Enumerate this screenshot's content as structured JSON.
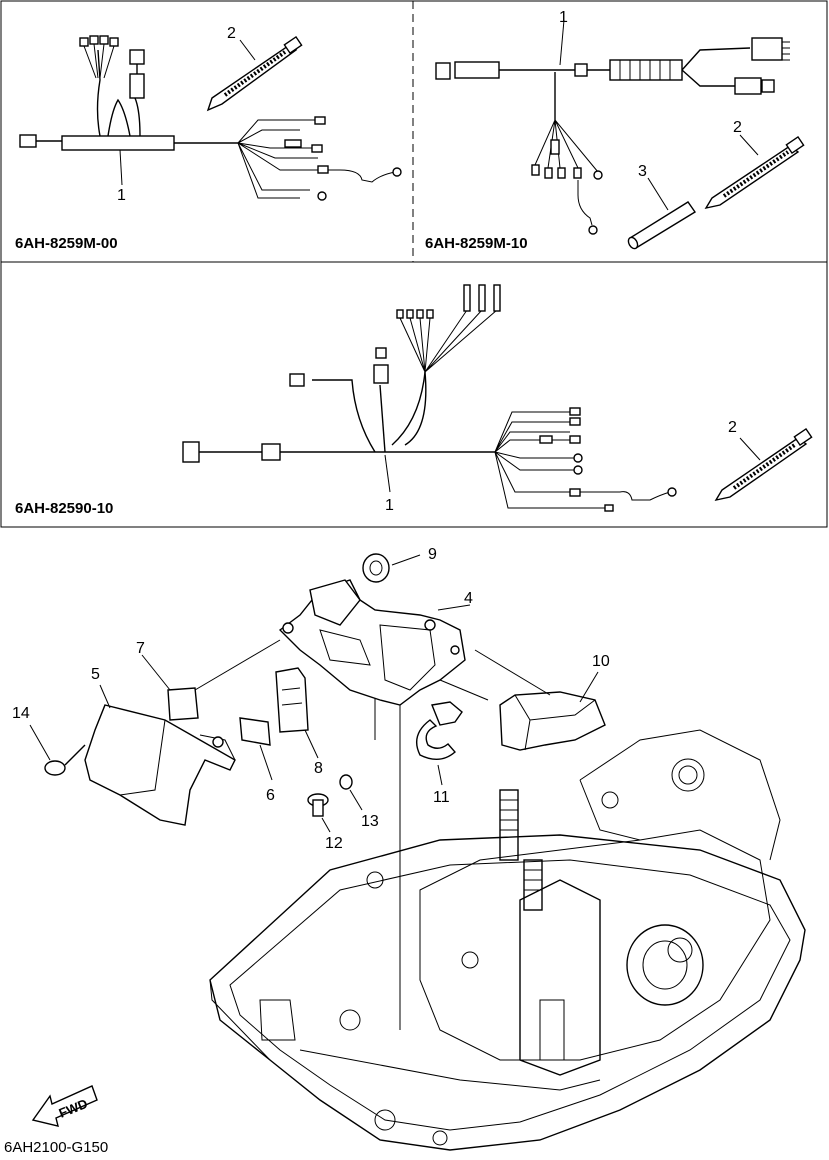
{
  "panels": {
    "a": {
      "code": "6AH-8259M-00",
      "callouts": [
        "1",
        "2"
      ]
    },
    "b": {
      "code": "6AH-8259M-10",
      "callouts": [
        "1",
        "2",
        "3"
      ]
    },
    "c": {
      "code": "6AH-82590-10",
      "callouts": [
        "1",
        "2"
      ]
    }
  },
  "main": {
    "callouts": [
      "4",
      "5",
      "6",
      "7",
      "8",
      "9",
      "10",
      "11",
      "12",
      "13",
      "14"
    ],
    "fwd": "FWD"
  },
  "figure_id": "6AH2100-G150",
  "icons": {
    "fwd": "arrow-left-icon"
  }
}
